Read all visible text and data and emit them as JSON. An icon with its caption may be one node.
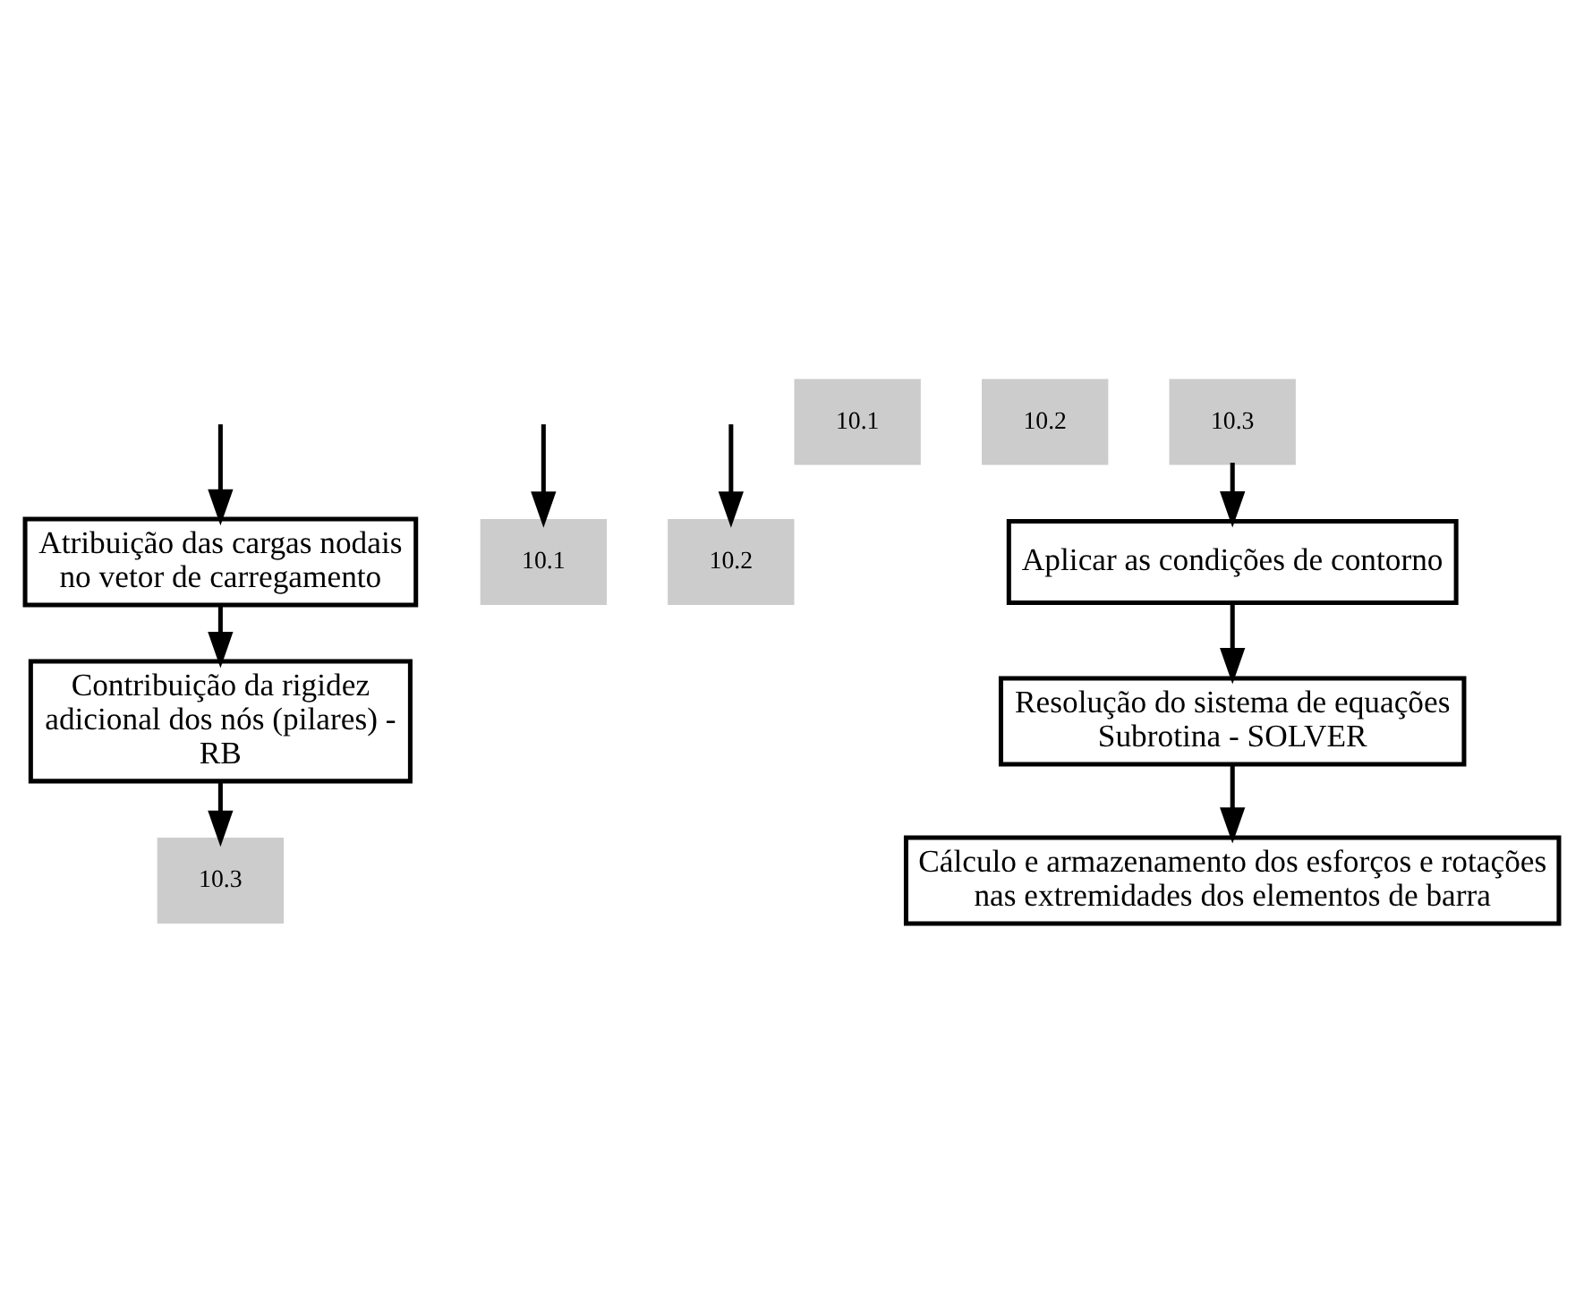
{
  "diagram": {
    "nodes": [
      {
        "text": [
          "Atribuição das cargas nodais no vetor de carregamento"
        ]
      },
      {
        "text": [
          "Contribuição da rigidez adicional dos nós (pilares) - RB"
        ]
      },
      {
        "text": [
          "10.1"
        ]
      },
      {
        "text": [
          "10.2"
        ]
      },
      {
        "text": [
          "10.3"
        ]
      },
      {
        "text": [
          "10.1"
        ]
      },
      {
        "text": [
          "10.2"
        ]
      },
      {
        "text": [
          "10.3"
        ]
      },
      {
        "text": [
          "Aplicar as condições de contorno"
        ]
      },
      {
        "text": [
          "Resolução do sistema de equações",
          "Subrotina - SOLVER"
        ]
      },
      {
        "text": [
          "Cálculo e armazenamento dos esforços e rotações nas extremidades dos elementos de barra"
        ]
      }
    ],
    "edges": [
      {
        "from": null,
        "to": 0,
        "arrow": "to"
      },
      {
        "from": 0,
        "to": 1,
        "arrow": "to"
      },
      {
        "from": 1,
        "to": 4,
        "arrow": "to"
      },
      {
        "from": null,
        "to": 2,
        "arrow": "to"
      },
      {
        "from": null,
        "to": 3,
        "arrow": "to"
      },
      {
        "from": 7,
        "to": 8,
        "arrow": "to"
      },
      {
        "from": 8,
        "to": 9,
        "arrow": "to"
      },
      {
        "from": 9,
        "to": 10,
        "arrow": "to"
      }
    ]
  }
}
